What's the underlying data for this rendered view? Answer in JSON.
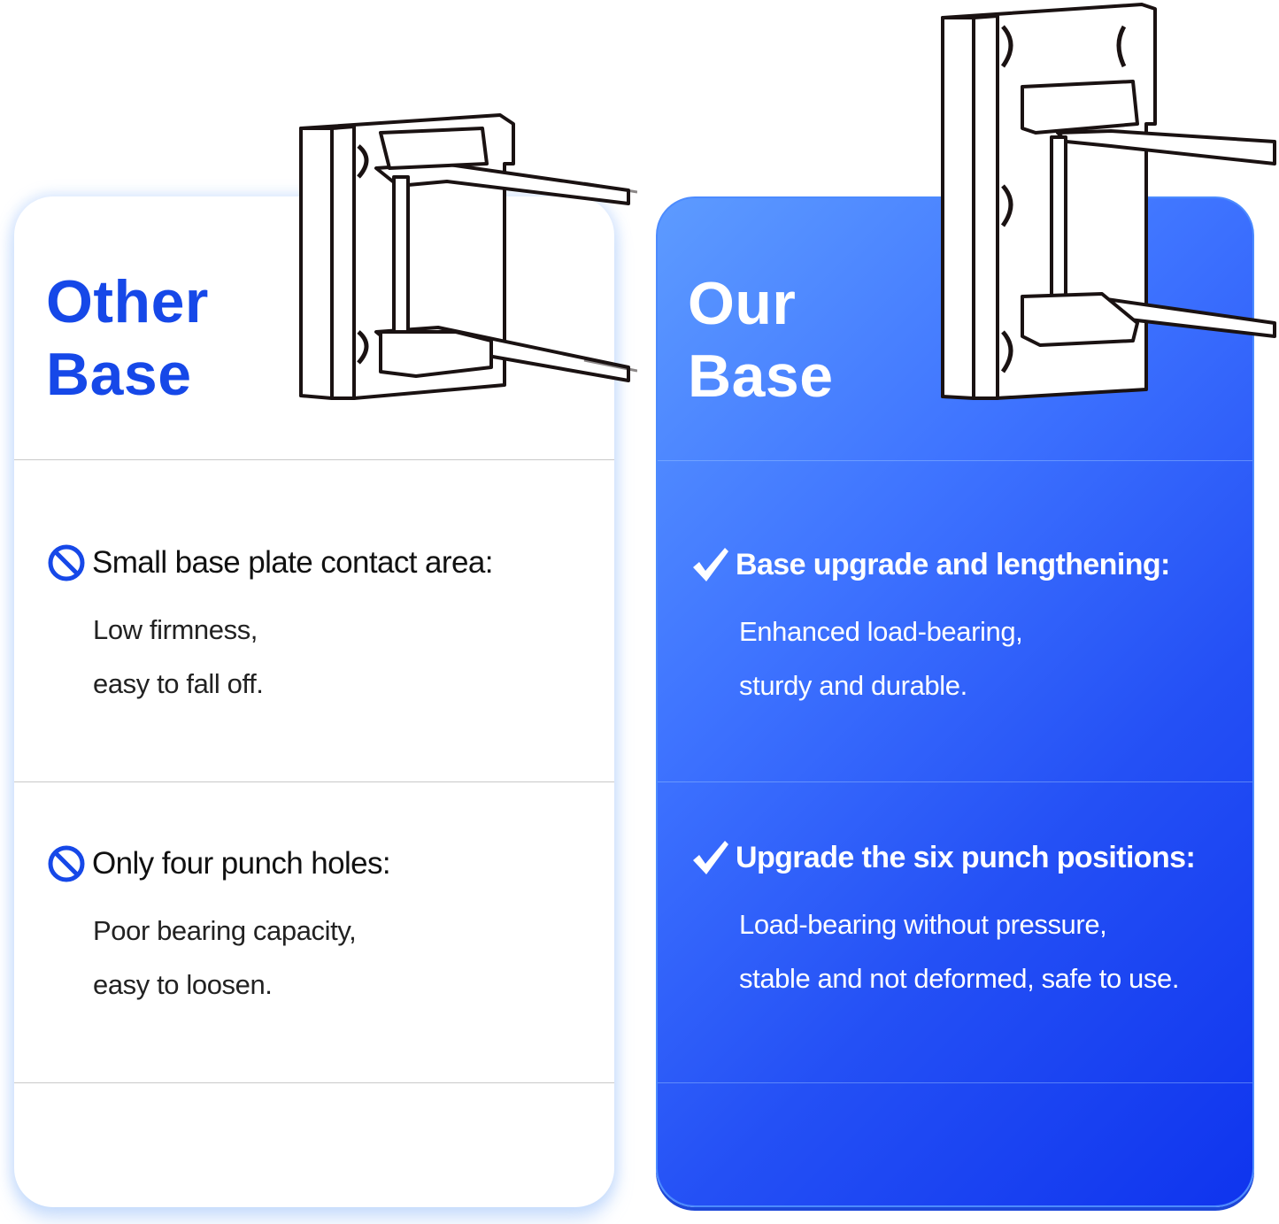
{
  "left_card": {
    "title_line1": "Other",
    "title_line2": "Base",
    "icon": "prohibited-icon",
    "accent_color": "#1648e8",
    "features": [
      {
        "heading": "Small base plate contact area:",
        "lines": [
          "Low firmness,",
          "easy to fall off."
        ]
      },
      {
        "heading": "Only four punch holes:",
        "lines": [
          "Poor bearing capacity,",
          "easy to loosen."
        ]
      }
    ]
  },
  "right_card": {
    "title_line1": "Our",
    "title_line2": "Base",
    "icon": "checkmark-icon",
    "gradient_colors": [
      "#5d9bff",
      "#0f34ee"
    ],
    "features": [
      {
        "heading": "Base upgrade and lengthening:",
        "lines": [
          "Enhanced load-bearing,",
          "sturdy and durable."
        ]
      },
      {
        "heading": "Upgrade the six punch positions:",
        "lines": [
          "Load-bearing without pressure,",
          "stable and not deformed, safe to use."
        ]
      }
    ]
  },
  "illustrations": {
    "left": "four-hole-bracket-drawing",
    "right": "six-hole-bracket-drawing"
  }
}
